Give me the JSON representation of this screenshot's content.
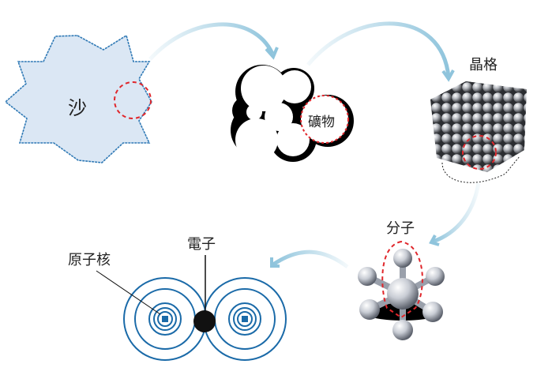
{
  "diagram": {
    "type": "scale-hierarchy-flow",
    "stages": [
      {
        "id": "sand",
        "label": "沙"
      },
      {
        "id": "mineral",
        "label": "礦物"
      },
      {
        "id": "crystal",
        "label": "晶格"
      },
      {
        "id": "molecule",
        "label": "分子"
      },
      {
        "id": "atom",
        "nucleus_label": "原子核",
        "electron_label": "電子"
      }
    ],
    "flow": [
      "沙 → 礦物",
      "礦物 → 晶格",
      "晶格 → 分子",
      "分子 → 原子"
    ],
    "colors": {
      "arrow": "#8fc4dc",
      "highlight_circle": "#e0262b",
      "sand_fill": "#dbe7f4",
      "sand_stroke": "#2f79b5",
      "orbit": "#1a6aa8",
      "electron": "#111111"
    }
  }
}
